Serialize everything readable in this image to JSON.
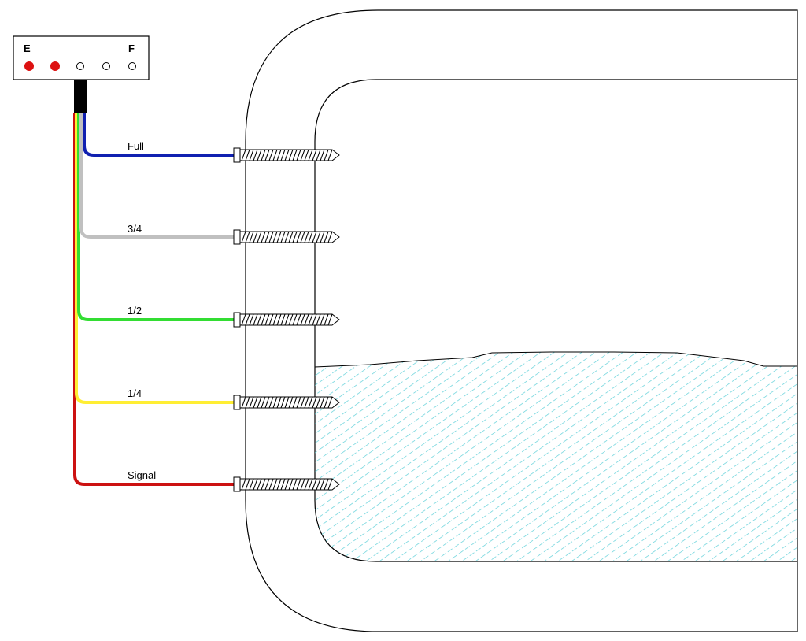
{
  "gauge": {
    "empty_label": "E",
    "full_label": "F",
    "indicators": [
      {
        "state": "lit"
      },
      {
        "state": "lit"
      },
      {
        "state": "off"
      },
      {
        "state": "off"
      },
      {
        "state": "off"
      }
    ],
    "lit_color": "#dd1111"
  },
  "wires": [
    {
      "label": "Full",
      "color": "#1020b0"
    },
    {
      "label": "3/4",
      "color": "#c0c0c0"
    },
    {
      "label": "1/2",
      "color": "#33dd33"
    },
    {
      "label": "1/4",
      "color": "#ffee33"
    },
    {
      "label": "Signal",
      "color": "#cc1111"
    }
  ],
  "liquid": {
    "hatch_color": "#5fd0d8"
  }
}
